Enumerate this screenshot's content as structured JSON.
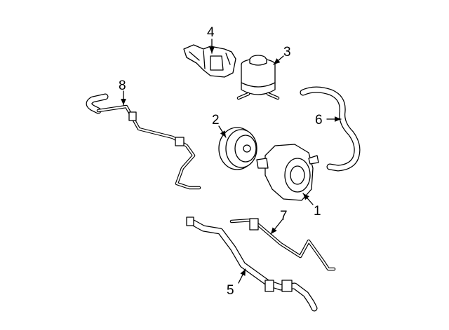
{
  "diagram": {
    "callouts": [
      {
        "number": "1",
        "part": "power-steering-pump"
      },
      {
        "number": "2",
        "part": "pulley"
      },
      {
        "number": "3",
        "part": "reservoir"
      },
      {
        "number": "4",
        "part": "bracket"
      },
      {
        "number": "5",
        "part": "pressure-hose"
      },
      {
        "number": "6",
        "part": "return-hose"
      },
      {
        "number": "7",
        "part": "return-line"
      },
      {
        "number": "8",
        "part": "cooler-line"
      }
    ]
  }
}
